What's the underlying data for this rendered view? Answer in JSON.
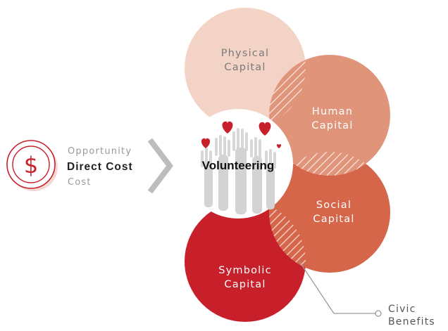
{
  "cost": {
    "top": "Opportunity",
    "main": "Direct Cost",
    "bottom": "Cost",
    "icon": "dollar-coin-icon"
  },
  "center": {
    "label": "Volunteering",
    "icons": [
      "hearts-icon",
      "raised-hands-icon"
    ]
  },
  "capitals": [
    {
      "line1": "Physical",
      "line2": "Capital",
      "color": "#f2d3c6"
    },
    {
      "line1": "Human",
      "line2": "Capital",
      "color": "#e0957b"
    },
    {
      "line1": "Social",
      "line2": "Capital",
      "color": "#d56649"
    },
    {
      "line1": "Symbolic",
      "line2": "Capital",
      "color": "#c8202b"
    }
  ],
  "civic": {
    "line1": "Civic",
    "line2": "Benefits"
  },
  "colors": {
    "accent": "#c8202b",
    "chevron": "#bdbdbd",
    "text_dark": "#222222",
    "text_muted": "#9a9a9a",
    "hands": "#d3d3d3"
  }
}
